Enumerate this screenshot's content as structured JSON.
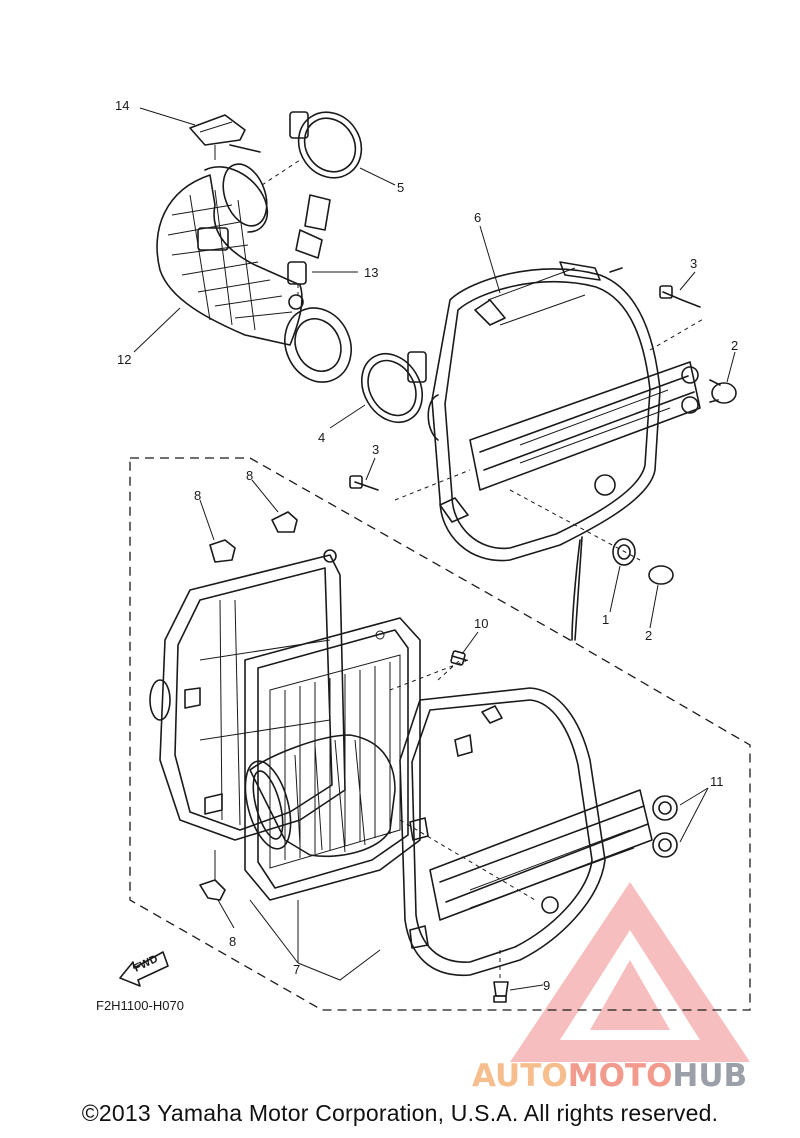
{
  "diagram_code": "F2H1100-H070",
  "fwd_label": "FWD",
  "callouts": {
    "c1": "1",
    "c2a": "2",
    "c2b": "2",
    "c3a": "3",
    "c3b": "3",
    "c4": "4",
    "c5": "5",
    "c6": "6",
    "c7": "7",
    "c8a": "8",
    "c8b": "8",
    "c8c": "8",
    "c9": "9",
    "c10": "10",
    "c11": "11",
    "c12": "12",
    "c13": "13",
    "c14": "14"
  },
  "watermark": {
    "part1": "AUTO",
    "part2": "MOTO",
    "part3": "HUB",
    "color_auto": "#f5b37a",
    "color_moto": "#f08a7a",
    "color_hub": "#8a8f98",
    "color_logo": "#f08a8a"
  },
  "copyright": "©2013 Yamaha Motor Corporation, U.S.A. All rights reserved."
}
